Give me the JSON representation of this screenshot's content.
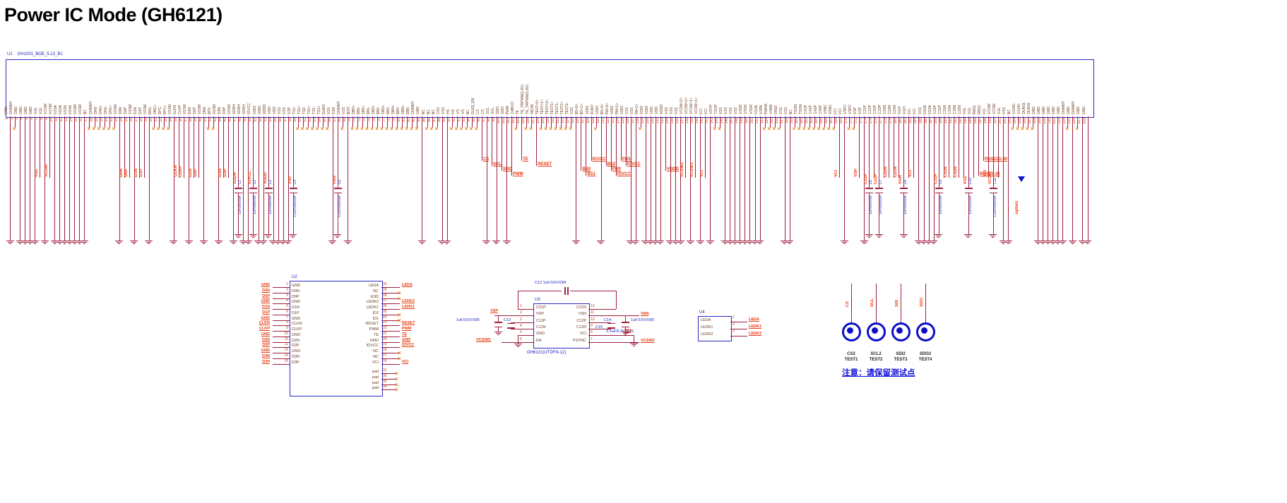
{
  "title": "Power IC Mode (GH6121)",
  "colors": {
    "wire": "#9e1f3f",
    "component_outline": "#2a2ac0",
    "net_label": "#e8380d",
    "pin_number": "#d0341b",
    "cap_value": "#1a1ac8",
    "nc_mark": "#e5780a",
    "testpoint": "#0d0dc8",
    "note": "#1212d8",
    "title": "#000000"
  },
  "u1": {
    "ref": "U1",
    "part": "GH1001_BOE_5.13_B1",
    "pins": [
      [
        "GND",
        "g"
      ],
      [
        "DUMMY",
        "x"
      ],
      [
        "GND",
        "g"
      ],
      [
        "GND",
        "g"
      ],
      [
        "GND",
        "g"
      ],
      [
        "GND",
        "g"
      ],
      [
        "VGL",
        "v",
        "VGL"
      ],
      [
        "VGL",
        "g"
      ],
      [
        "VCOM",
        "v",
        "VCOM"
      ],
      [
        "VCOM",
        "g"
      ],
      [
        "VSSA",
        "g"
      ],
      [
        "VSSA",
        "g"
      ],
      [
        "VSSA",
        "g"
      ],
      [
        "VSSA",
        "g"
      ],
      [
        "VSSM",
        "g"
      ],
      [
        "VSSM",
        "g"
      ],
      [
        "NC",
        "x"
      ],
      [
        "DUMMY",
        "x"
      ],
      [
        "DH0-",
        "x"
      ],
      [
        "DH0+",
        "x"
      ],
      [
        "DH1-",
        "x"
      ],
      [
        "DH1+",
        "x"
      ],
      [
        "VSSM",
        "g"
      ],
      [
        "D0N",
        "v",
        "D0N"
      ],
      [
        "D0P",
        "v",
        "D0P"
      ],
      [
        "VSSM",
        "g"
      ],
      [
        "D1N",
        "v",
        "D1N"
      ],
      [
        "D1P",
        "v",
        "D1P"
      ],
      [
        "VSSM",
        "g"
      ],
      [
        "DNC-",
        "x"
      ],
      [
        "DNC+",
        "x"
      ],
      [
        "DPC-",
        "x"
      ],
      [
        "DPC+",
        "x"
      ],
      [
        "VSSM",
        "g"
      ],
      [
        "CLKN",
        "v",
        "CLKN"
      ],
      [
        "CLKP",
        "v",
        "CLKP"
      ],
      [
        "VSSM",
        "g"
      ],
      [
        "D2N",
        "v",
        "D2N"
      ],
      [
        "D2P",
        "v",
        "D2P"
      ],
      [
        "VSSM",
        "g"
      ],
      [
        "DN2-",
        "x"
      ],
      [
        "DP2-",
        "x"
      ],
      [
        "VSSM",
        "g"
      ],
      [
        "D3N",
        "v",
        "D3N"
      ],
      [
        "D3P",
        "v",
        "D3P"
      ],
      [
        "VSSM",
        "g"
      ],
      [
        "VDDH",
        "c",
        "C1",
        "VDDH",
        "1uF/10V/X5R"
      ],
      [
        "VDDH",
        "g"
      ],
      [
        "VDDH",
        "g"
      ],
      [
        "IOVCC",
        "c",
        "C2",
        "IOVCC",
        "1uF/10V/X5R"
      ],
      [
        "VDDI",
        "g"
      ],
      [
        "VDDI",
        "g"
      ],
      [
        "VDDD",
        "c",
        "C3",
        "VDDD",
        "1uF/10V/X5R"
      ],
      [
        "VDD",
        "g"
      ],
      [
        "VDD",
        "g"
      ],
      [
        "VSS",
        "g"
      ],
      [
        "VSS",
        "g"
      ],
      [
        "VSP",
        "c",
        "C4",
        "VSP",
        "2.2uF/10V/X5R"
      ],
      [
        "TS1-",
        "x"
      ],
      [
        "TS1+",
        "x"
      ],
      [
        "TS2-",
        "x"
      ],
      [
        "TS2+",
        "x"
      ],
      [
        "TS3-",
        "x"
      ],
      [
        "TS3+",
        "x"
      ],
      [
        "DUM3",
        "x"
      ],
      [
        "VSS",
        "g"
      ],
      [
        "VSN",
        "c",
        "C5",
        "VSN",
        "2.2uF/10V/X5R"
      ],
      [
        "DUMMY",
        "x"
      ],
      [
        "VSS",
        "g"
      ],
      [
        "BIST",
        "x"
      ],
      [
        "DB0+",
        "x"
      ],
      [
        "DB0-",
        "x"
      ],
      [
        "DB1+",
        "x"
      ],
      [
        "DB1-",
        "x"
      ],
      [
        "DB2+",
        "x"
      ],
      [
        "DB2-",
        "x"
      ],
      [
        "DB3+",
        "x"
      ],
      [
        "DB3-",
        "x"
      ],
      [
        "DB4+",
        "x"
      ],
      [
        "DB4-",
        "x"
      ],
      [
        "DB5+",
        "x"
      ],
      [
        "DB5-",
        "x"
      ],
      [
        "DUMMY",
        "x"
      ],
      [
        "GND",
        "g"
      ],
      [
        "NC",
        "x"
      ],
      [
        "NC",
        "x"
      ],
      [
        "NC",
        "x"
      ],
      [
        "VSS",
        "g"
      ],
      [
        "VSS",
        "g"
      ],
      [
        "HS",
        "x"
      ],
      [
        "HS",
        "x"
      ],
      [
        "VS",
        "x"
      ],
      [
        "VS",
        "x"
      ],
      [
        "NC",
        "x"
      ],
      [
        "OLED_EN",
        "x"
      ],
      [
        "CS",
        "h",
        "CS"
      ],
      [
        "CS",
        "g"
      ],
      [
        "SCL",
        "h",
        "SCL"
      ],
      [
        "SCL",
        "g"
      ],
      [
        "SDO",
        "h",
        "SDO"
      ],
      [
        "SDO",
        "g"
      ],
      [
        "PWM",
        "h",
        "PWM"
      ],
      [
        "CABCO",
        "x"
      ],
      [
        "TE",
        "h",
        "TE"
      ],
      [
        "TE_TRPWM(1.8V)",
        "x"
      ],
      [
        "TE_TRPWM(1.8V)",
        "x"
      ],
      [
        "RESB",
        "h",
        "RESET"
      ],
      [
        "TEST<0>",
        "x"
      ],
      [
        "TEST<1>",
        "x"
      ],
      [
        "TEST<2>",
        "x"
      ],
      [
        "TEST1+",
        "x"
      ],
      [
        "TEST1-",
        "x"
      ],
      [
        "TEST2+",
        "x"
      ],
      [
        "TEST2-",
        "x"
      ],
      [
        "VSS",
        "g"
      ],
      [
        "BS<0>",
        "h",
        "BS0"
      ],
      [
        "BS<1>",
        "h",
        "BS1"
      ],
      [
        "VDDI",
        "h",
        "IOVCC"
      ],
      [
        "DUM7",
        "x"
      ],
      [
        "VDDI",
        "g"
      ],
      [
        "BS<2>",
        "h",
        "BS2"
      ],
      [
        "PM<0>",
        "h",
        "PM0"
      ],
      [
        "VDDI",
        "h",
        "IOVCC"
      ],
      [
        "PM<1>",
        "h",
        "PM1"
      ],
      [
        "VDDI",
        "h",
        "IOVCC"
      ],
      [
        "VSS",
        "g"
      ],
      [
        "VSS",
        "g"
      ],
      [
        "PA<1>",
        "x"
      ],
      [
        "VDDI",
        "g"
      ],
      [
        "VDDI",
        "g"
      ],
      [
        "VDD",
        "g"
      ],
      [
        "VDD",
        "g"
      ],
      [
        "VDDD",
        "h",
        "VDDD"
      ],
      [
        "VSS",
        "g"
      ],
      [
        "VSS",
        "g"
      ],
      [
        "VSS",
        "g"
      ],
      [
        "VCSW<2>",
        "v",
        "VCSW2"
      ],
      [
        "VCSW<2>",
        "g"
      ],
      [
        "VCSW<1>",
        "v",
        "VCSW1"
      ],
      [
        "VCSW<1>",
        "g"
      ],
      [
        "VCI",
        "v",
        "VCI"
      ],
      [
        "VCI",
        "g"
      ],
      [
        "VOTP",
        "x"
      ],
      [
        "TSOP",
        "x"
      ],
      [
        "VSS",
        "g"
      ],
      [
        "VSS",
        "g"
      ],
      [
        "VSS",
        "g"
      ],
      [
        "VSS",
        "g"
      ],
      [
        "VSSR",
        "g"
      ],
      [
        "VSSR",
        "g"
      ],
      [
        "VSSR",
        "g"
      ],
      [
        "VSSA",
        "g"
      ],
      [
        "VSPA",
        "x"
      ],
      [
        "PWHA",
        "x"
      ],
      [
        "VSNA",
        "x"
      ],
      [
        "VREF",
        "x"
      ],
      [
        "VSS",
        "g"
      ],
      [
        "VSS",
        "g"
      ],
      [
        "NC",
        "x"
      ],
      [
        "TSON",
        "x"
      ],
      [
        "TSON",
        "x"
      ],
      [
        "C41P",
        "x"
      ],
      [
        "C41P",
        "x"
      ],
      [
        "C42P",
        "x"
      ],
      [
        "C42P",
        "x"
      ],
      [
        "VSNC",
        "x"
      ],
      [
        "VSNC",
        "x"
      ],
      [
        "VCI",
        "v",
        "VCI"
      ],
      [
        "VCI",
        "g"
      ],
      [
        "VSPC",
        "x"
      ],
      [
        "VSPC",
        "x"
      ],
      [
        "VSP",
        "v",
        "VSP"
      ],
      [
        "VSP",
        "g"
      ],
      [
        "C21P",
        "c",
        "C6",
        "C21P",
        "1uF/25V/X5R"
      ],
      [
        "C21P",
        "s"
      ],
      [
        "C22P",
        "c",
        "C7",
        "C22P",
        "1uF/25V/X5R"
      ],
      [
        "C22P",
        "s"
      ],
      [
        "C22N",
        "v",
        "C22N"
      ],
      [
        "C22N",
        "s"
      ],
      [
        "C21N",
        "v",
        "C21N"
      ],
      [
        "VGH",
        "c",
        "C8",
        "VGH",
        "1uF/25V/X5R"
      ],
      [
        "VGH",
        "s"
      ],
      [
        "VCI",
        "v",
        "VCI"
      ],
      [
        "VCI",
        "g"
      ],
      [
        "VSS",
        "g"
      ],
      [
        "VSSA",
        "g"
      ],
      [
        "VSSA",
        "g"
      ],
      [
        "C31P",
        "c",
        "C9",
        "C31P",
        "1uF/25V/X5R"
      ],
      [
        "C31P",
        "s"
      ],
      [
        "C31N",
        "v",
        "C31N"
      ],
      [
        "C31N",
        "s"
      ],
      [
        "C32N",
        "v",
        "C32N"
      ],
      [
        "C32N",
        "s"
      ],
      [
        "VGL",
        "c",
        "C10",
        "VGL",
        "1uF/25V/X5R"
      ],
      [
        "VGL",
        "s"
      ],
      [
        "RBS1",
        "h",
        "RBS1S-30"
      ],
      [
        "RBS2",
        "h",
        "RBS21S-30"
      ],
      [
        "VCI",
        "v",
        "VCI"
      ],
      [
        "VCOM",
        "c",
        "C11",
        "VCOM",
        "2.2uF/10V/X5R"
      ],
      [
        "VCOM",
        "s"
      ],
      [
        "VGL",
        "g"
      ],
      [
        "VSS",
        "g"
      ],
      [
        "NC",
        "x"
      ],
      [
        "VGHO",
        "x"
      ],
      [
        "VGHO",
        "x"
      ],
      [
        "DUM11",
        "x"
      ],
      [
        "DUM11",
        "x"
      ],
      [
        "GND",
        "g"
      ],
      [
        "GND",
        "g"
      ],
      [
        "GND",
        "g"
      ],
      [
        "GND",
        "g"
      ],
      [
        "GND",
        "g"
      ],
      [
        "GND",
        "g"
      ],
      [
        "DUMMY",
        "x"
      ],
      [
        "GND",
        "g"
      ],
      [
        "DUMMY",
        "x"
      ],
      [
        "GND",
        "g"
      ],
      [
        "GND",
        "g"
      ]
    ]
  },
  "u2": {
    "ref": "U2",
    "left": [
      [
        1,
        "GND",
        "GND"
      ],
      [
        2,
        "D0N",
        "D0N"
      ],
      [
        3,
        "D0P",
        "D0P"
      ],
      [
        4,
        "GND",
        "GND"
      ],
      [
        5,
        "D1N",
        "D1N"
      ],
      [
        6,
        "D1P",
        "D1P"
      ],
      [
        7,
        "GND",
        "GND"
      ],
      [
        8,
        "CLKN",
        "CLKN"
      ],
      [
        9,
        "CLKP",
        "CLKP"
      ],
      [
        10,
        "GND",
        "GND"
      ],
      [
        11,
        "D2N",
        "D2N"
      ],
      [
        12,
        "D2P",
        "D2P"
      ],
      [
        13,
        "GND",
        "GND"
      ],
      [
        14,
        "D3N",
        "D3N"
      ],
      [
        15,
        "D3P",
        "D3P"
      ]
    ],
    "right": [
      [
        30,
        "LEDA",
        "LEDA"
      ],
      [
        29,
        "NC",
        null
      ],
      [
        28,
        "ESD",
        null
      ],
      [
        27,
        "LEDK2",
        "LEDK2"
      ],
      [
        26,
        "LEDK1",
        "LEDK1"
      ],
      [
        25,
        "ID2",
        null
      ],
      [
        24,
        "ID1",
        null
      ],
      [
        23,
        "RESET",
        "RESET"
      ],
      [
        22,
        "PWM",
        "PWM"
      ],
      [
        21,
        "TE",
        "TE"
      ],
      [
        20,
        "GND",
        "GND"
      ],
      [
        19,
        "IOVCC",
        "IOVCC"
      ],
      [
        18,
        "NC",
        null
      ],
      [
        17,
        "NC",
        null
      ],
      [
        16,
        "VCI",
        "VCI"
      ]
    ],
    "pads": [
      [
        31,
        "pad"
      ],
      [
        32,
        "pad"
      ],
      [
        33,
        "pad"
      ],
      [
        34,
        "pad"
      ]
    ]
  },
  "u3": {
    "ref": "U3",
    "part": "GH6121(UTDFN-12)",
    "left": [
      [
        1,
        "C21P"
      ],
      [
        2,
        "VSP"
      ],
      [
        3,
        "C11P"
      ],
      [
        4,
        "C11N"
      ],
      [
        5,
        "GND"
      ],
      [
        6,
        "EN"
      ]
    ],
    "right": [
      [
        12,
        "C21N"
      ],
      [
        11,
        "VSN"
      ],
      [
        10,
        "C12P"
      ],
      [
        9,
        "C12N"
      ],
      [
        8,
        "VCI"
      ],
      [
        7,
        "PSYNC"
      ]
    ],
    "c12": "C12 1uF/10V/X5R",
    "c13_ref": "C13",
    "c13_val": "1uF/10V/X5R",
    "c14_ref": "C14",
    "c14_val": "1uF/10V/X5R",
    "c15_ref": "C15",
    "c15_val": "2.2uF/6.3V/X5R",
    "vsp": "VSP",
    "vsn": "VSN",
    "vcsw1": "VCS/W1",
    "vcsw2": "VCSW2",
    "vci": "VCI"
  },
  "u4": {
    "ref": "U4",
    "pins": [
      [
        1,
        "LEDA",
        "LEDA"
      ],
      [
        2,
        "LEDK1",
        "LEDK1"
      ],
      [
        3,
        "LEDK2",
        "LEDK2"
      ]
    ]
  },
  "testpoints": {
    "note": "注意：请保留测试点",
    "items": [
      {
        "net": "CS",
        "l1": "CS2",
        "l2": "TEST1"
      },
      {
        "net": "SCL",
        "l1": "SCL2",
        "l2": "TEST2"
      },
      {
        "net": "SDI",
        "l1": "SDI2",
        "l2": "TEST3"
      },
      {
        "net": "SDO",
        "l1": "SDO2",
        "l2": "TEST4"
      }
    ]
  },
  "extras": {
    "option": "option"
  }
}
